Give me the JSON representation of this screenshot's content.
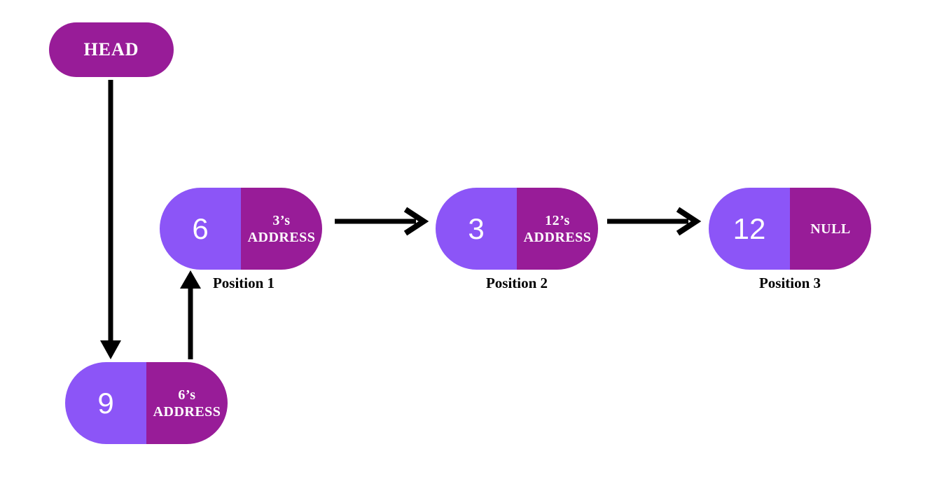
{
  "diagram": {
    "title_hint": "singly linked list with head pointer",
    "head": {
      "label": "HEAD"
    },
    "nodes": [
      {
        "value": "6",
        "pointer": "3’s ADDRESS",
        "position_label": "Position 1"
      },
      {
        "value": "3",
        "pointer": "12’s ADDRESS",
        "position_label": "Position 2"
      },
      {
        "value": "12",
        "pointer": "NULL",
        "position_label": "Position 3"
      }
    ],
    "unpositioned_node": {
      "value": "9",
      "pointer": "6’s ADDRESS"
    },
    "colors": {
      "violet": "#8C55F7",
      "magenta": "#981C98",
      "arrow": "#000000",
      "text_on_node": "#FFFFFF",
      "label_text": "#000000",
      "background": "#FFFFFF"
    }
  }
}
